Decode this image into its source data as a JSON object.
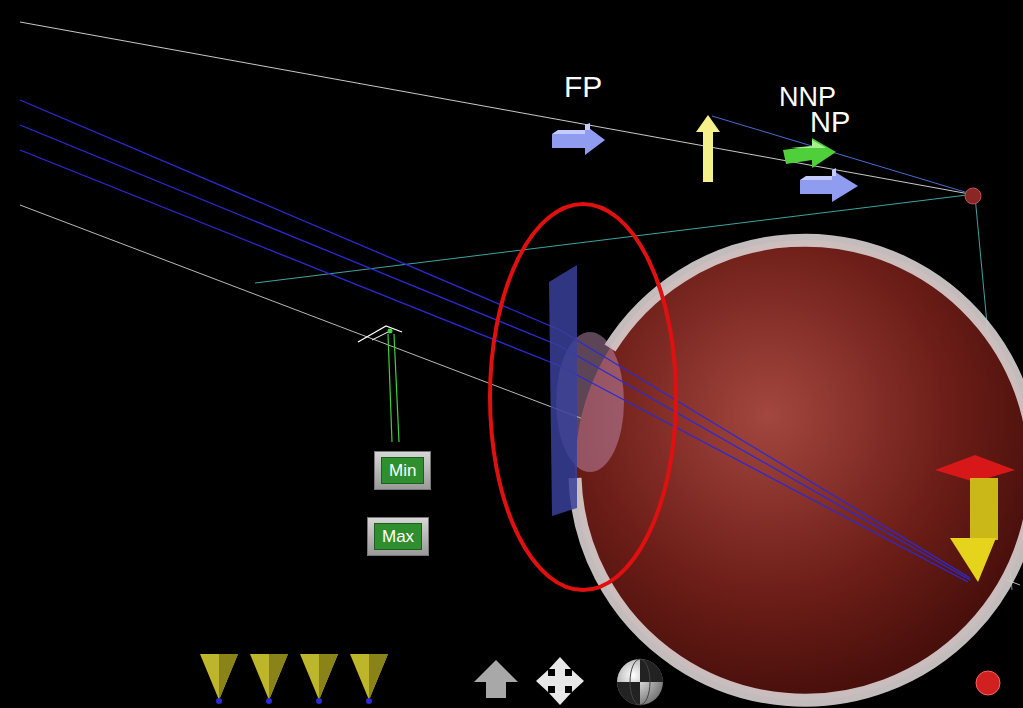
{
  "diagram": {
    "nodes": [
      {
        "text": [
          "Min"
        ]
      },
      {
        "text": [
          "Max"
        ]
      }
    ],
    "labels": [
      "FP",
      "NNP",
      "NP"
    ]
  }
}
